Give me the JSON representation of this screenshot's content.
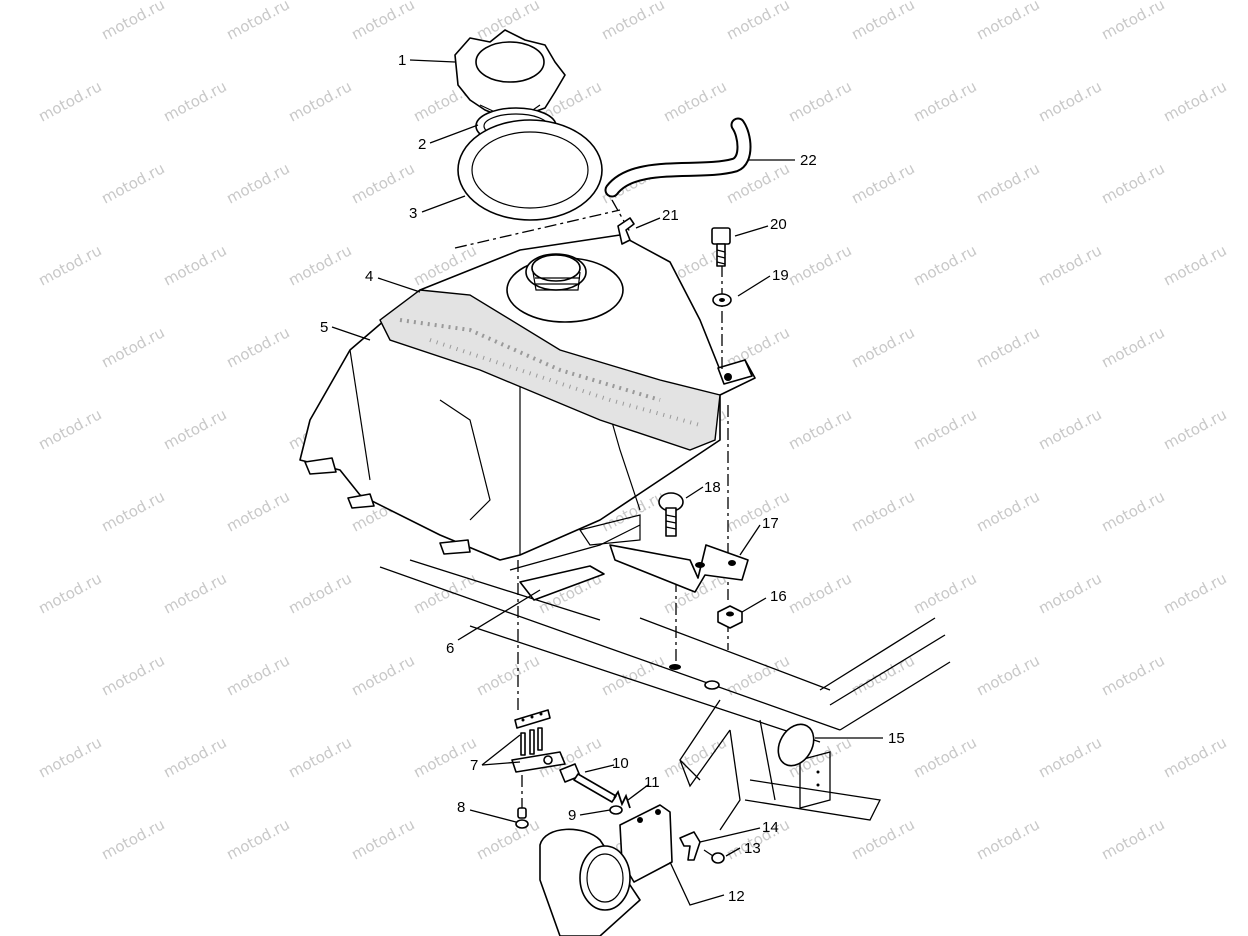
{
  "watermark": {
    "text": "motod.ru"
  },
  "callouts": [
    {
      "id": "1",
      "label": "1"
    },
    {
      "id": "2",
      "label": "2"
    },
    {
      "id": "3",
      "label": "3"
    },
    {
      "id": "4",
      "label": "4"
    },
    {
      "id": "5",
      "label": "5"
    },
    {
      "id": "6",
      "label": "6"
    },
    {
      "id": "7",
      "label": "7"
    },
    {
      "id": "8",
      "label": "8"
    },
    {
      "id": "9",
      "label": "9"
    },
    {
      "id": "10",
      "label": "10"
    },
    {
      "id": "11",
      "label": "11"
    },
    {
      "id": "12",
      "label": "12"
    },
    {
      "id": "13",
      "label": "13"
    },
    {
      "id": "14",
      "label": "14"
    },
    {
      "id": "15",
      "label": "15"
    },
    {
      "id": "16",
      "label": "16"
    },
    {
      "id": "17",
      "label": "17"
    },
    {
      "id": "18",
      "label": "18"
    },
    {
      "id": "19",
      "label": "19"
    },
    {
      "id": "20",
      "label": "20"
    },
    {
      "id": "21",
      "label": "21"
    },
    {
      "id": "22",
      "label": "22"
    }
  ]
}
